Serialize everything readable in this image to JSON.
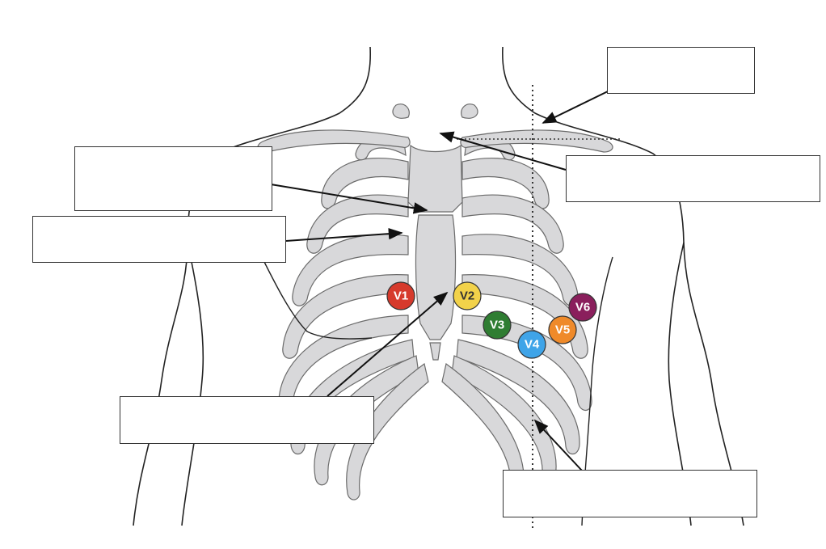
{
  "diagram": {
    "leads": [
      {
        "label": "V1",
        "color": "#d63a2c"
      },
      {
        "label": "V2",
        "color": "#f2d24a"
      },
      {
        "label": "V3",
        "color": "#2f7d32"
      },
      {
        "label": "V4",
        "color": "#3fa4e8"
      },
      {
        "label": "V5",
        "color": "#ef8a2a"
      },
      {
        "label": "V6",
        "color": "#8a1f5c"
      }
    ],
    "label_boxes": [
      {
        "text": ""
      },
      {
        "text": ""
      },
      {
        "text": ""
      },
      {
        "text": ""
      },
      {
        "text": ""
      },
      {
        "text": ""
      }
    ],
    "colors": {
      "bone": "#d8d8da",
      "bone_outline": "#6b6b6b",
      "body_outline": "#222222",
      "arrow": "#111111"
    }
  }
}
